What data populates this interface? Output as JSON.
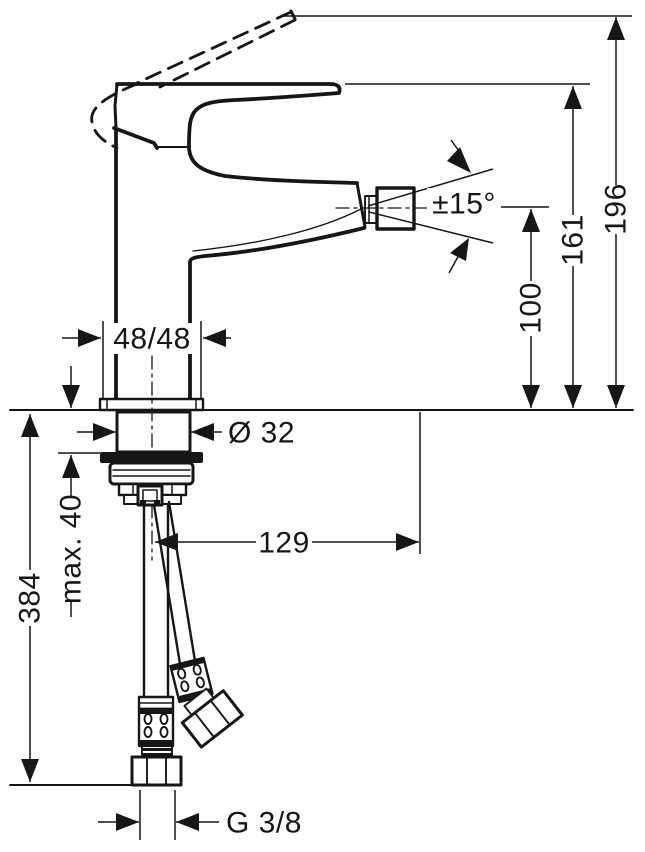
{
  "colors": {
    "ink": "#161616",
    "background": "#ffffff"
  },
  "drawing": {
    "dims": {
      "d196": "196",
      "d161": "161",
      "d100": "100",
      "angle": "±15°",
      "d4848": "48/48",
      "d32": "Ø 32",
      "dmax40": "max. 40",
      "d384": "384",
      "d129": "129",
      "g38": "G 3/8"
    }
  }
}
